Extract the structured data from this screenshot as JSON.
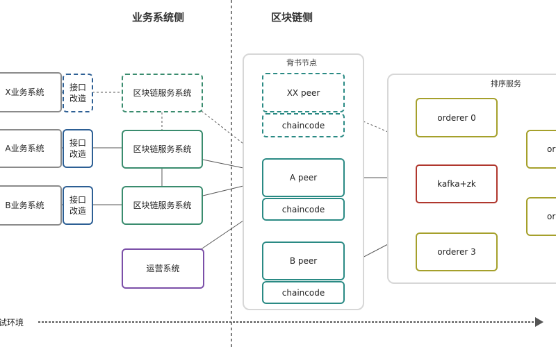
{
  "headers": {
    "business_side": "业务系统侧",
    "blockchain_side": "区块链侧"
  },
  "business_systems": [
    {
      "label": "X业务系统"
    },
    {
      "label": "A业务系统"
    },
    {
      "label": "B业务系统"
    }
  ],
  "interface_adapter": "接口\n改造",
  "blockchain_service_system": "区块链服务系统",
  "operations_system": "运营系统",
  "endorsement_panel": {
    "title": "背书节点",
    "xx_peer": "XX peer",
    "a_peer": "A peer",
    "b_peer": "B peer",
    "chaincode": "chaincode"
  },
  "ordering_panel": {
    "title": "排序服务",
    "orderer_0": "orderer 0",
    "kafka": "kafka+zk",
    "orderer_3": "orderer 3",
    "orderer_right_top": "or",
    "orderer_right_bottom": "or"
  },
  "footer": {
    "environment_label": "试环境"
  },
  "colors": {
    "gray": "#8a8a8a",
    "blue": "#2d5f94",
    "green": "#3a8c6e",
    "teal": "#2a8a84",
    "olive": "#a5a02b",
    "red": "#b0372e",
    "purple": "#7b4fa8"
  }
}
